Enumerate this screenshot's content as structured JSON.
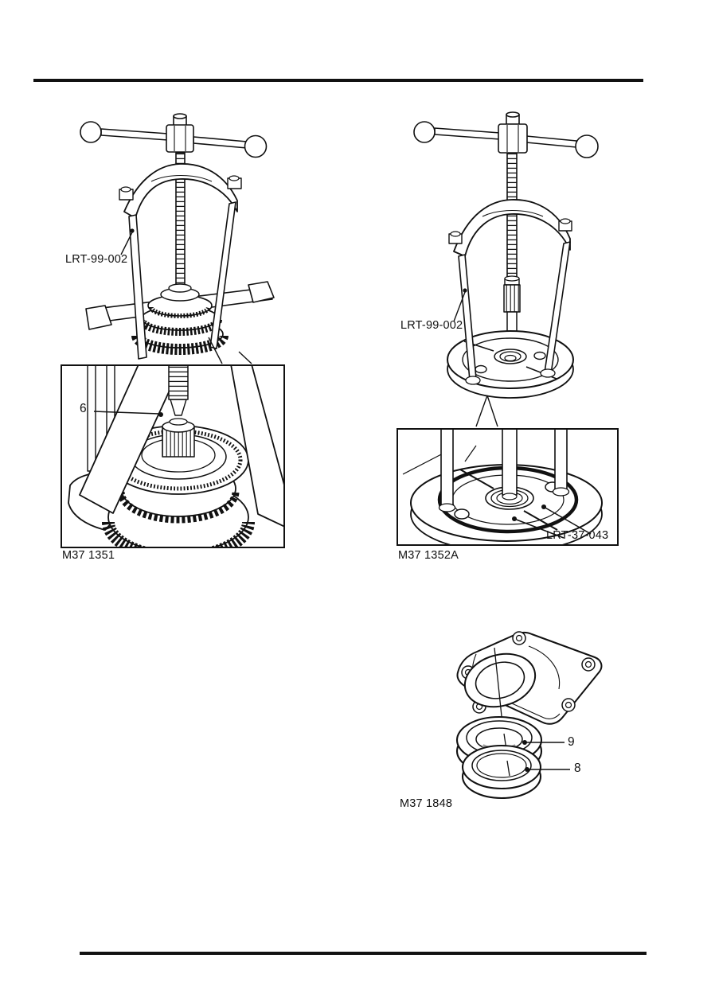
{
  "page": {
    "background_color": "#ffffff",
    "line_color": "#111111"
  },
  "figure1": {
    "tool_label": "LRT-99-002",
    "callout_bearing": "6",
    "caption": "M37 1351"
  },
  "figure2": {
    "tool_label": "LRT-99-002",
    "inset_label": "LRT-37-043",
    "caption": "M37 1352A"
  },
  "figure3": {
    "callout_seal": "9",
    "callout_ring": "8",
    "caption": "M37 1848"
  }
}
